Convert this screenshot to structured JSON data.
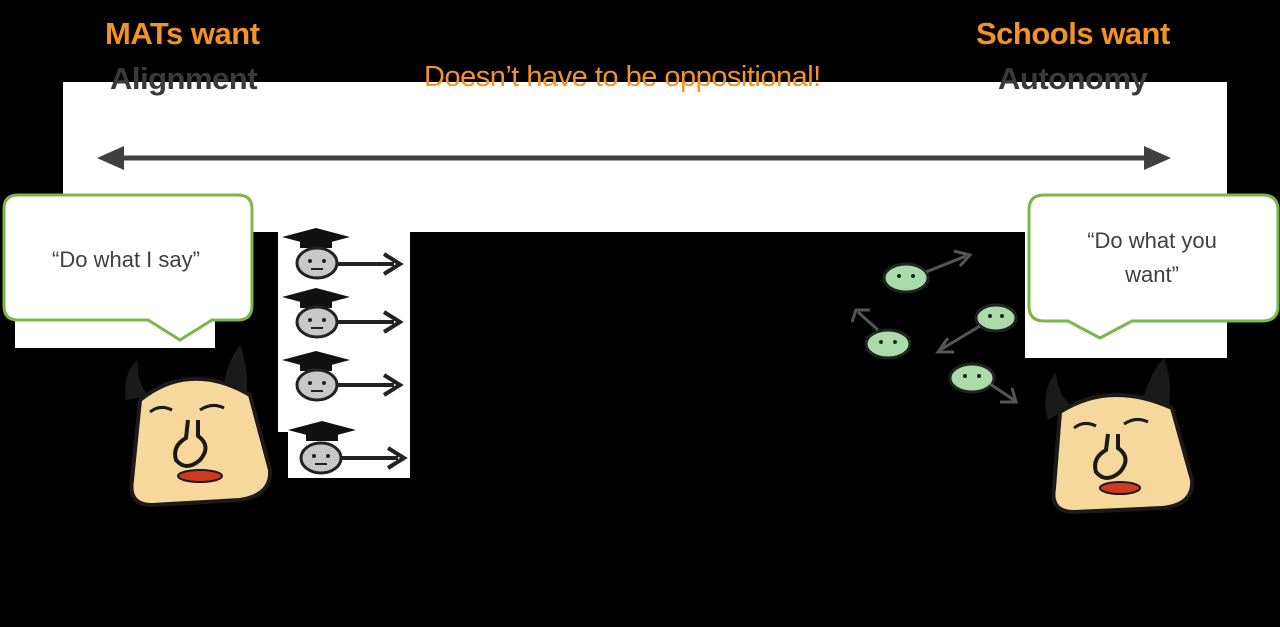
{
  "left": {
    "heading": "MATs want",
    "value": "Alignment",
    "speech": "“Do what I say”"
  },
  "right": {
    "heading": "Schools want",
    "value": "Autonomy",
    "speech_line1": "“Do what you",
    "speech_line2": "want”"
  },
  "center_note": "Doesn’t have to be oppositional!",
  "colors": {
    "accent": "#f39325",
    "bubble_border": "#7ab648",
    "arrow": "#404040",
    "student_grey": "#c8c8c8",
    "student_green": "#a9dcaa"
  },
  "icons": {
    "left_character": "horned-face-icon",
    "right_character": "horned-face-icon",
    "aligned_students": "graduate-student-arrow-icon",
    "scattered_students": "green-student-arrow-icon"
  }
}
